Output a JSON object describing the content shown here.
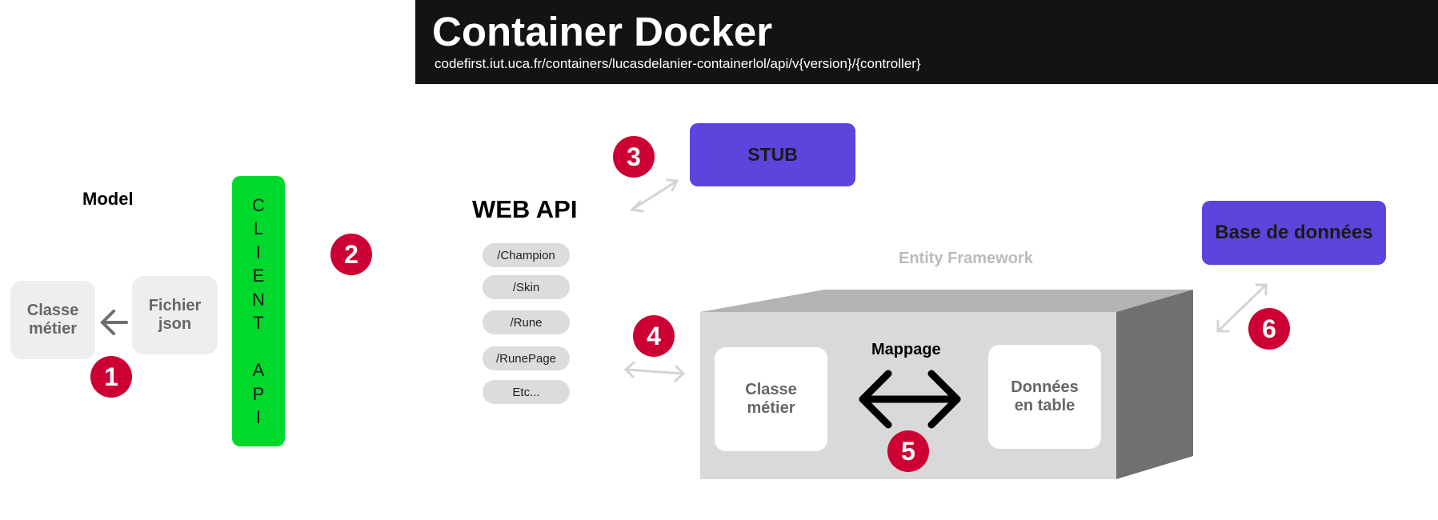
{
  "header": {
    "title": "Container Docker",
    "url": "codefirst.iut.uca.fr/containers/lucasdelanier-containerlol/api/v{version}/{controller}"
  },
  "model": {
    "label": "Model",
    "classe_metier": "Classe\nmétier",
    "fichier_json": "Fichier\njson"
  },
  "client_api": {
    "label": "C\nL\nI\nE\nN\nT\n\nA\nP\nI"
  },
  "web_api": {
    "title": "WEB API",
    "routes": [
      "/Champion",
      "/Skin",
      "/Rune",
      "/RunePage",
      "Etc..."
    ]
  },
  "stub": {
    "label": "STUB"
  },
  "database": {
    "label": "Base de données"
  },
  "entity_framework": {
    "label": "Entity Framework",
    "classe_metier": "Classe\nmétier",
    "mappage": "Mappage",
    "donnees": "Données\nen table"
  },
  "badges": [
    "1",
    "2",
    "3",
    "4",
    "5",
    "6"
  ],
  "colors": {
    "header_bg": "#131313",
    "client_api_green": "#00d92b",
    "badge_red": "#cc0033",
    "purple": "#5e43dc",
    "box_front": "#d9d9d9",
    "box_top": "#b3b3b3",
    "box_side": "#707070"
  }
}
